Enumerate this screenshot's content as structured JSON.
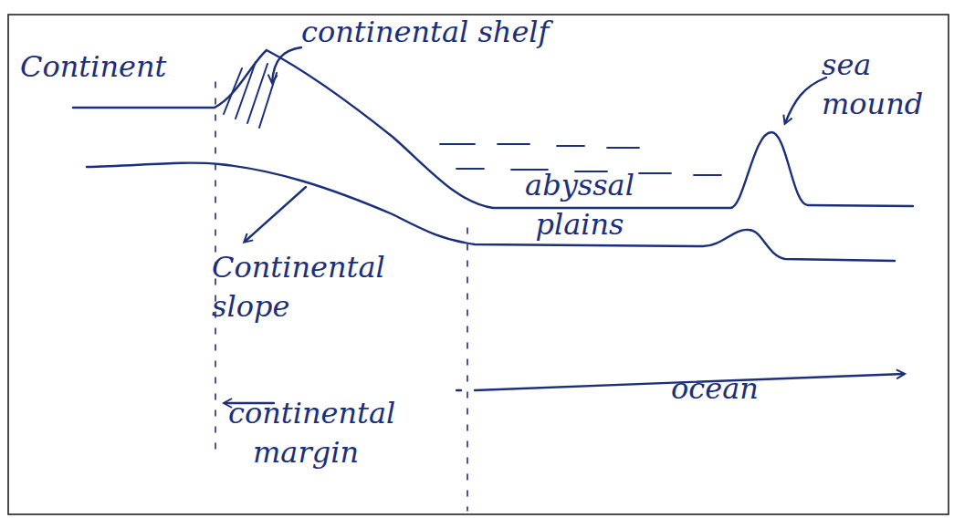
{
  "diagram": {
    "labels": [
      "Continent",
      "continental shelf",
      "sea mound",
      "abyssal plains",
      "Continental slope",
      "continental margin",
      "ocean"
    ]
  }
}
